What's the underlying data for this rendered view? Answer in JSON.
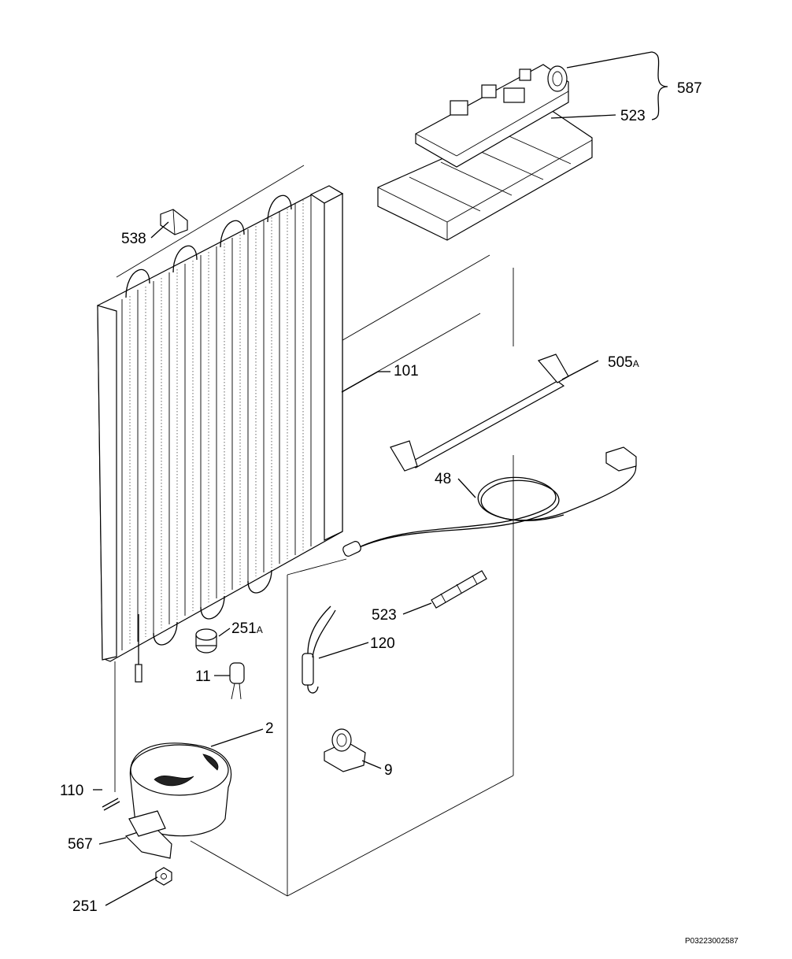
{
  "diagram": {
    "callouts": [
      {
        "id": "587",
        "text": "587",
        "suffix": ""
      },
      {
        "id": "523_top",
        "text": "523",
        "suffix": ""
      },
      {
        "id": "538",
        "text": "538",
        "suffix": ""
      },
      {
        "id": "101",
        "text": "101",
        "suffix": ""
      },
      {
        "id": "505A",
        "text": "505",
        "suffix": "A"
      },
      {
        "id": "48",
        "text": "48",
        "suffix": ""
      },
      {
        "id": "523_mid",
        "text": "523",
        "suffix": ""
      },
      {
        "id": "120",
        "text": "120",
        "suffix": ""
      },
      {
        "id": "251A",
        "text": "251",
        "suffix": "A"
      },
      {
        "id": "11",
        "text": "11",
        "suffix": ""
      },
      {
        "id": "2",
        "text": "2",
        "suffix": ""
      },
      {
        "id": "9",
        "text": "9",
        "suffix": ""
      },
      {
        "id": "110",
        "text": "110",
        "suffix": ""
      },
      {
        "id": "567",
        "text": "567",
        "suffix": ""
      },
      {
        "id": "251",
        "text": "251",
        "suffix": ""
      }
    ],
    "drawing_code": "P03223002587"
  }
}
